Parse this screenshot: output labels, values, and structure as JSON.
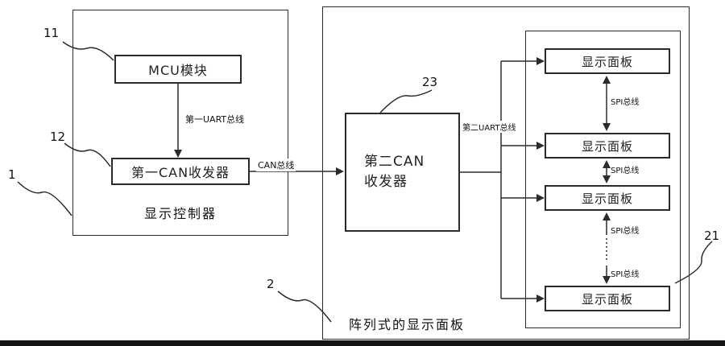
{
  "figure": {
    "refs": {
      "controller": "1",
      "mcu": "11",
      "can1": "12",
      "array": "2",
      "panel_group": "21",
      "can2": "23"
    },
    "controller": {
      "title": "显示控制器",
      "mcu_label": "MCU模块",
      "can1_label": "第一CAN收发器"
    },
    "array": {
      "title": "阵列式的显示面板",
      "can2_line1": "第二CAN",
      "can2_line2": "收发器",
      "panels": [
        "显示面板",
        "显示面板",
        "显示面板",
        "显示面板"
      ]
    },
    "buses": {
      "uart1": "第一UART总线",
      "can": "CAN总线",
      "uart2": "第二UART总线",
      "spi": [
        "SPI总线",
        "SPI总线",
        "SPI总线",
        "SPI总线"
      ]
    },
    "colors": {
      "line": "#2b2b2b",
      "bottom_bar": "#141414"
    }
  }
}
